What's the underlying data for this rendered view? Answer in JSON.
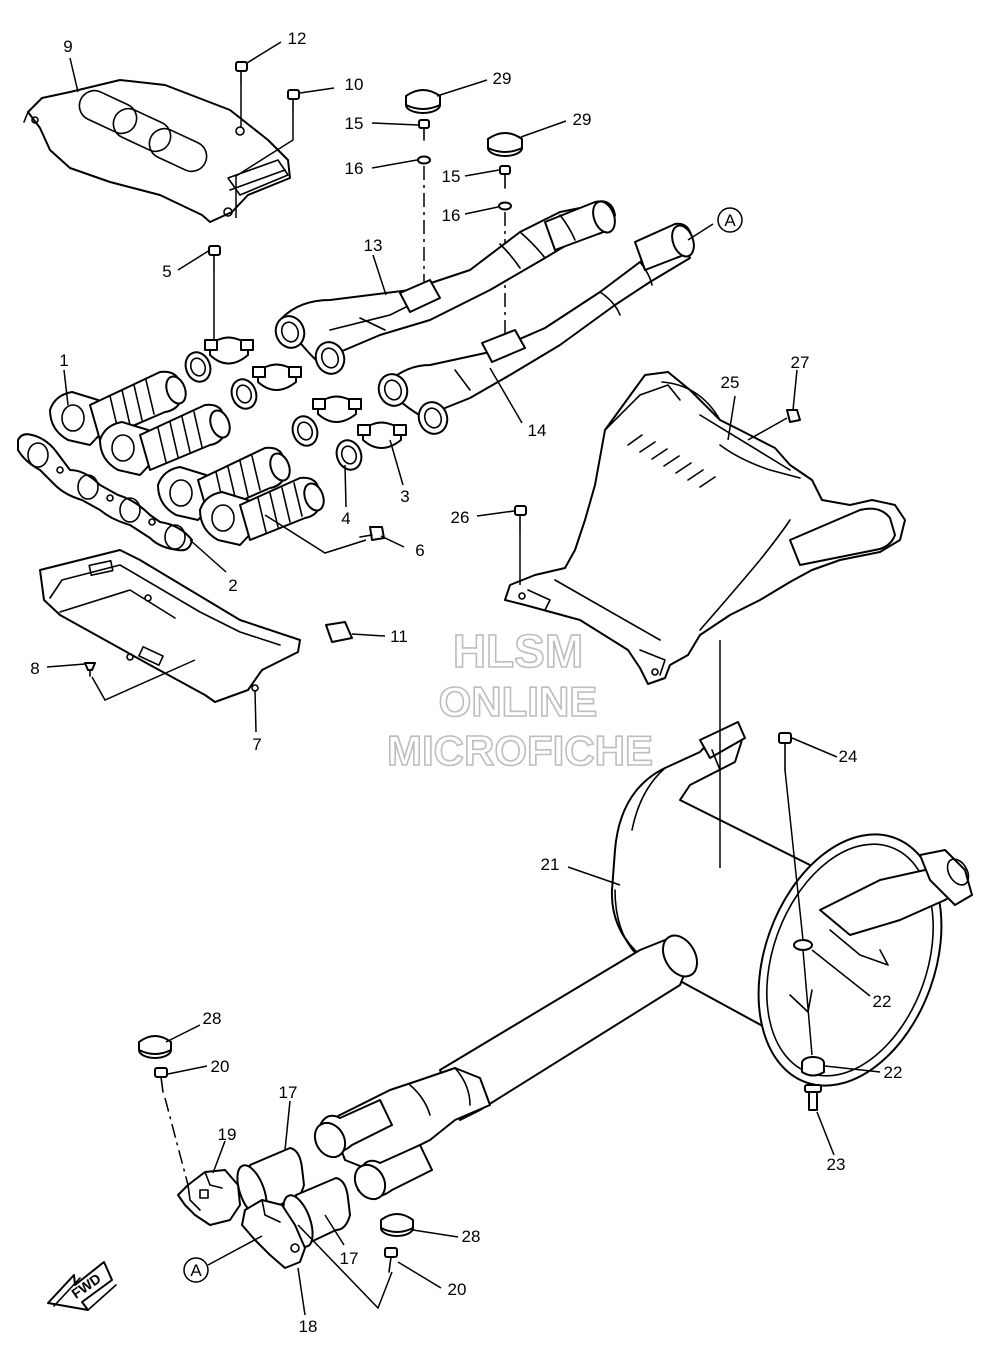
{
  "callouts": {
    "c1": "1",
    "c2": "2",
    "c3": "3",
    "c4": "4",
    "c5": "5",
    "c6": "6",
    "c7": "7",
    "c8": "8",
    "c9": "9",
    "c10": "10",
    "c11": "11",
    "c12": "12",
    "c13": "13",
    "c14": "14",
    "c15a": "15",
    "c15b": "15",
    "c16a": "16",
    "c16b": "16",
    "c17a": "17",
    "c17b": "17",
    "c18": "18",
    "c19": "19",
    "c20a": "20",
    "c20b": "20",
    "c21": "21",
    "c22a": "22",
    "c22b": "22",
    "c23": "23",
    "c24": "24",
    "c25": "25",
    "c26": "26",
    "c27": "27",
    "c28a": "28",
    "c28b": "28",
    "c29a": "29",
    "c29b": "29"
  },
  "references": {
    "ref_a_top": "A",
    "ref_a_bottom": "A"
  },
  "watermark": {
    "line1": "HLSM",
    "line2": "ONLINE",
    "line3": "MICROFICHE"
  },
  "direction_badge": {
    "label": "FWD"
  }
}
